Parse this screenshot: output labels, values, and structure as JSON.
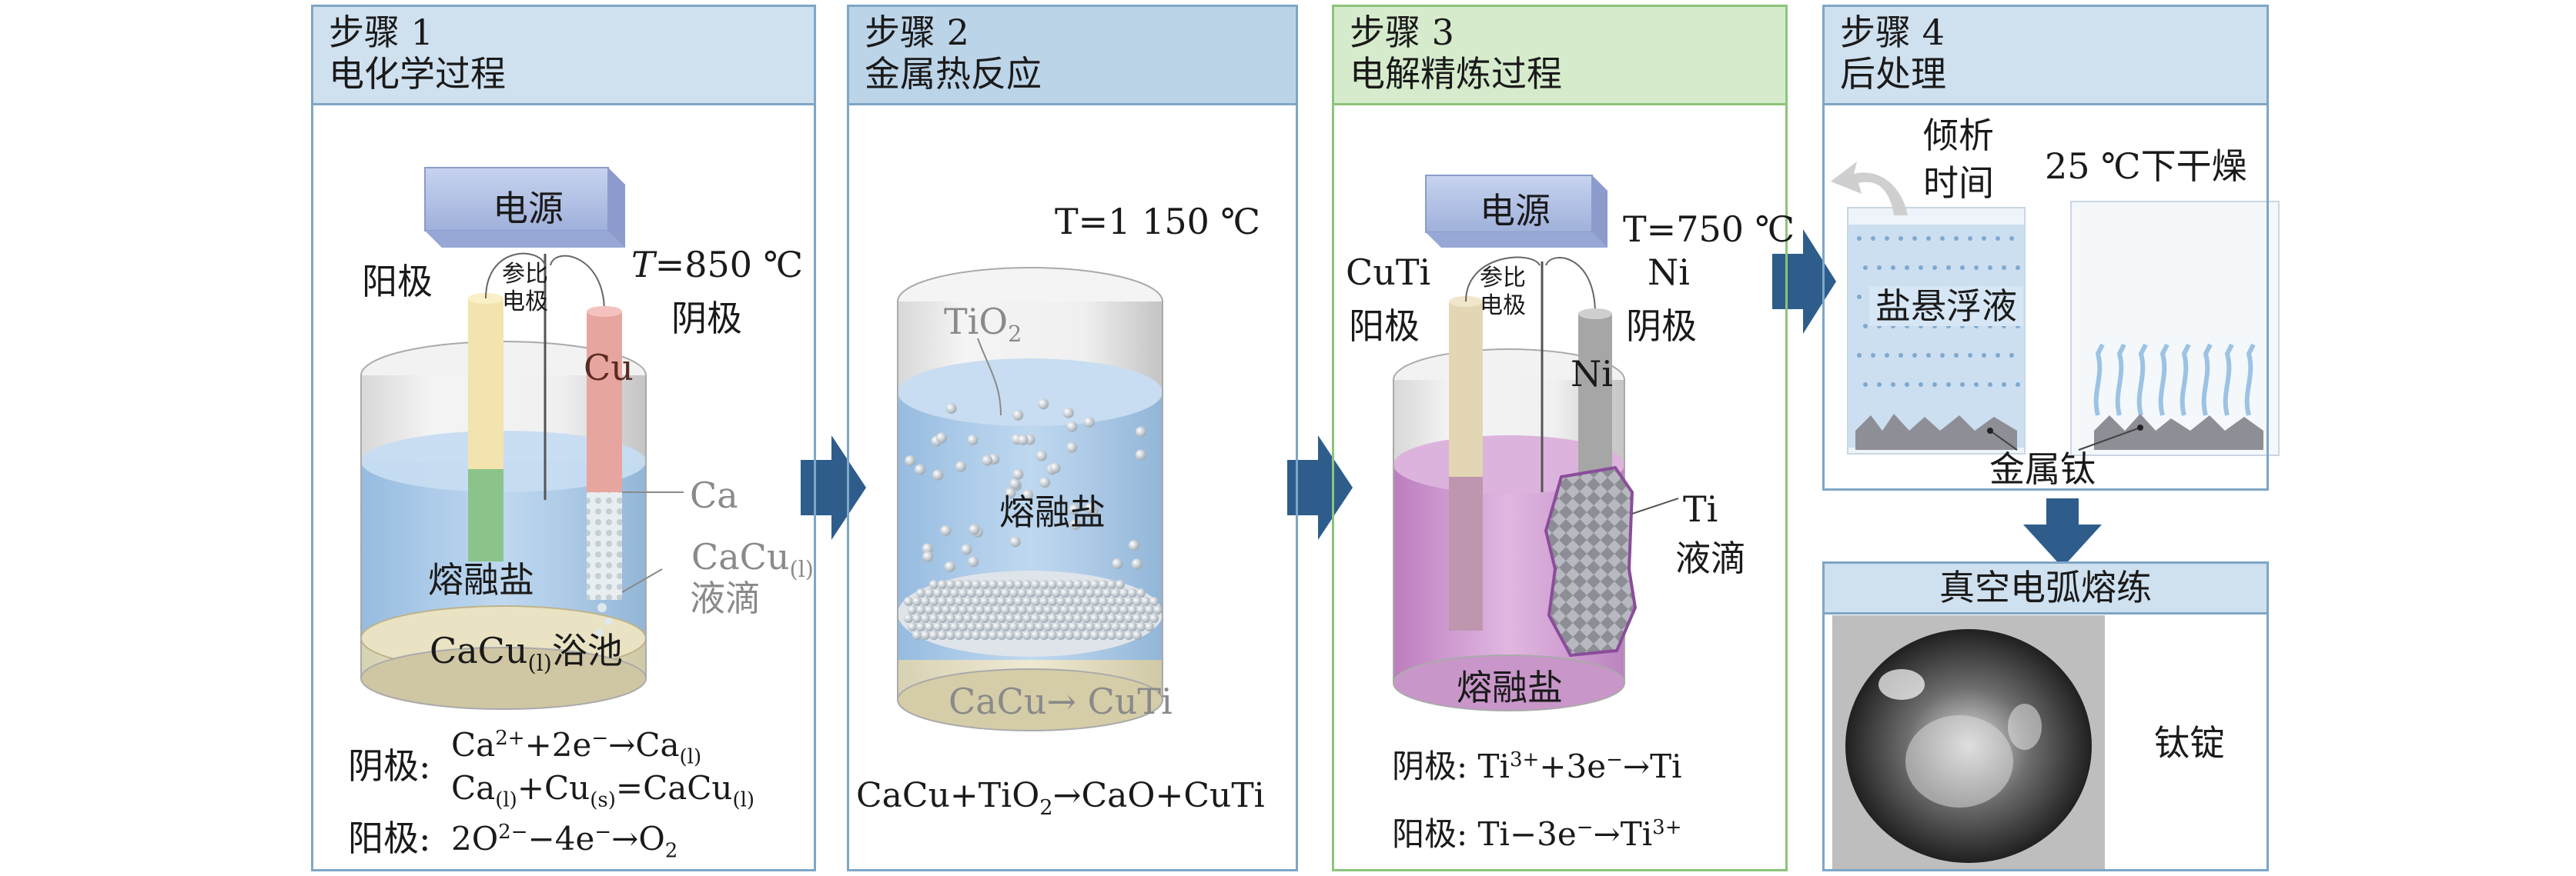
{
  "steps": [
    {
      "num": "步骤 1",
      "title": "电化学过程"
    },
    {
      "num": "步骤 2",
      "title": "金属热反应"
    },
    {
      "num": "步骤 3",
      "title": "电解精炼过程"
    },
    {
      "num": "步骤 4",
      "title": "后处理"
    }
  ],
  "step1": {
    "power": "电源",
    "anode_label": "阳极",
    "ref_line1": "参比",
    "ref_line2": "电极",
    "temp": "T=850 ℃",
    "cathode_label": "阴极",
    "cu": "Cu",
    "ca": "Ca",
    "cacu_drop_1": "CaCu(l)",
    "cacu_drop_2": "液滴",
    "molten_salt": "熔融盐",
    "bath": "CaCu(l)浴池",
    "eq_cathode_label": "阴极:",
    "eq_c1": "Ca2++2e−→Ca(l)",
    "eq_c2": "Ca(l)+Cu(s)=CaCu(l)",
    "eq_anode_label": "阳极:",
    "eq_a1": "2O2−−4e−→O2"
  },
  "step2": {
    "temp": "T=1 150 ℃",
    "tio2": "TiO2",
    "molten_salt": "熔融盐",
    "bottom": "CaCu→ CuTi",
    "equation": "CaCu+TiO2→CaO+CuTi"
  },
  "step3": {
    "power": "电源",
    "temp": "T=750 ℃",
    "cuti": "CuTi",
    "anode_label": "阳极",
    "ref_line1": "参比",
    "ref_line2": "电极",
    "ni_top": "Ni",
    "cathode_label": "阴极",
    "ni": "Ni",
    "ti_drop_1": "Ti",
    "ti_drop_2": "液滴",
    "molten_salt": "熔融盐",
    "eq_cathode": "阴极: Ti3++3e−→Ti",
    "eq_anode": "阳极: Ti−3e−→Ti3+"
  },
  "step4": {
    "decant_1": "倾析",
    "decant_2": "时间",
    "dry": "25 ℃下干燥",
    "suspension": "盐悬浮液",
    "metal_ti": "金属钛",
    "vac_title": "真空电弧熔练",
    "ingot": "钛锭"
  },
  "colors": {
    "panel_border": "#7ea6c6",
    "header_fill": "#cfe0ef",
    "green_border": "#8cc47a",
    "green_header": "#d6ebcc",
    "arrow": "#2e5d8c",
    "salt_blue": "#aacbe8",
    "salt_purple": "#cf95cf"
  }
}
